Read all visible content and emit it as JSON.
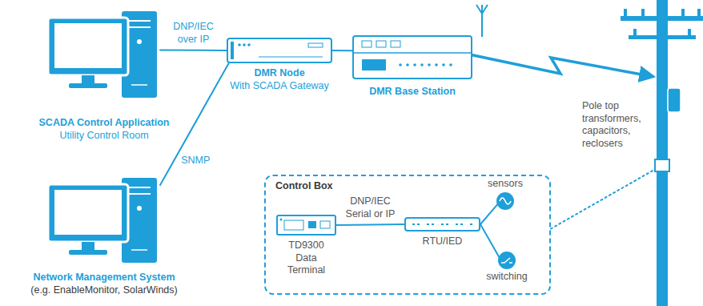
{
  "diagram": {
    "nodes": [
      {
        "text": [
          "SCADA Control Application",
          "Utility Control Room"
        ]
      },
      {
        "text": [
          "DMR Node",
          "With SCADA Gateway"
        ]
      },
      {
        "text": [
          "DMR Base Station"
        ]
      },
      {
        "text": [
          "Pole top transformers, capacitors, reclosers"
        ]
      },
      {
        "text": [
          "Network Management System",
          "(e.g. EnableMonitor, SolarWinds)"
        ]
      },
      {
        "text": [
          "Control Box"
        ]
      },
      {
        "text": [
          "TD9300 Data Terminal"
        ],
        "in": 5
      },
      {
        "text": [
          "RTU/IED"
        ],
        "in": 5
      },
      {
        "text": [
          "sensors"
        ],
        "in": 5
      },
      {
        "text": [
          "switching"
        ],
        "in": 5
      }
    ],
    "edges": [
      {
        "from": 0,
        "to": 1,
        "label": "DNP/IEC over IP",
        "arrow": "none"
      },
      {
        "from": 4,
        "to": 1,
        "label": "SNMP",
        "arrow": "none"
      },
      {
        "from": 1,
        "to": 2,
        "arrow": "none"
      },
      {
        "from": 2,
        "to": 3,
        "arrow": "to"
      },
      {
        "from": 5,
        "to": 3,
        "arrow": "none"
      },
      {
        "from": 6,
        "to": 7,
        "label": "DNP/IEC Serial or IP",
        "arrow": "none"
      },
      {
        "from": 7,
        "to": 8,
        "arrow": "none"
      },
      {
        "from": 7,
        "to": 9,
        "arrow": "none"
      }
    ]
  }
}
